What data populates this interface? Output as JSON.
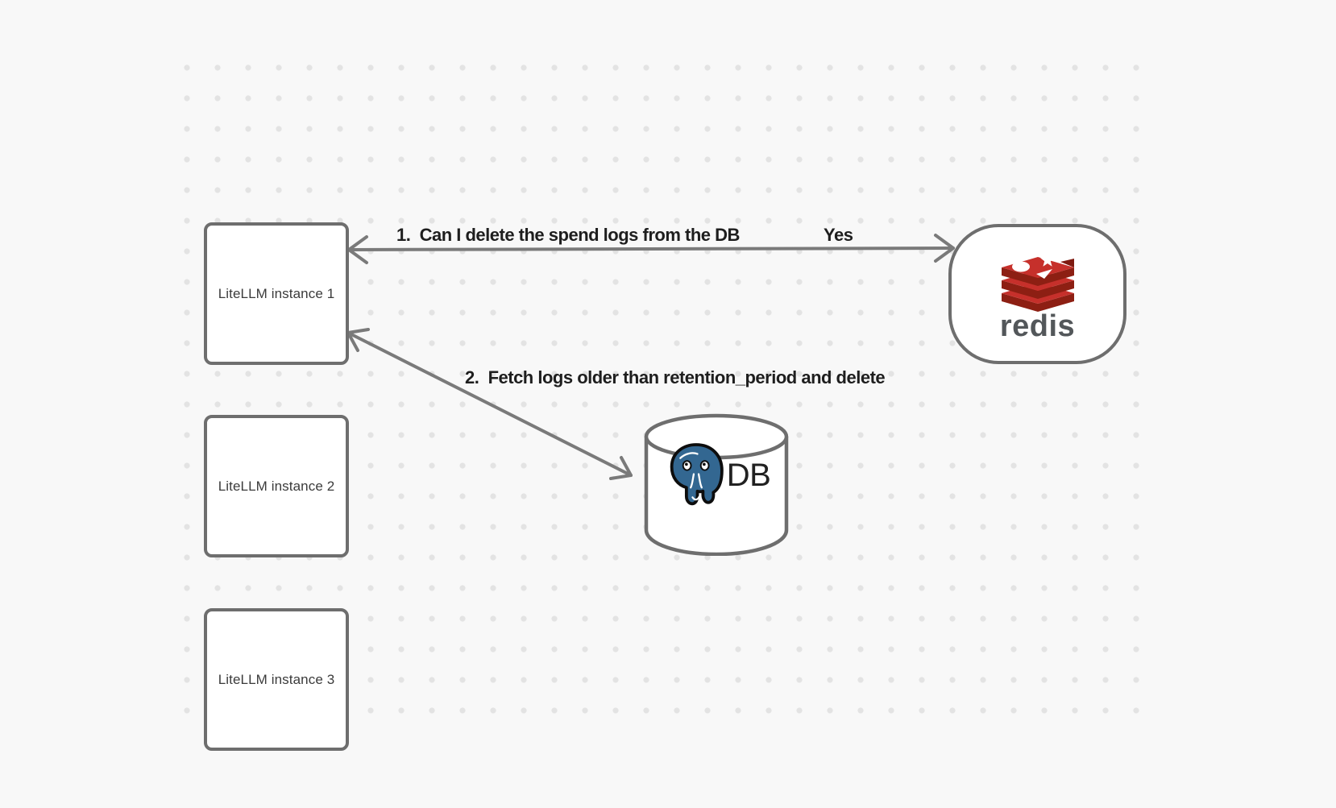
{
  "diagram": {
    "instances": [
      {
        "label": "LiteLLM instance 1"
      },
      {
        "label": "LiteLLM instance 2"
      },
      {
        "label": "LiteLLM instance 3"
      }
    ],
    "redis": {
      "wordmark": "redis"
    },
    "db": {
      "label": "DB"
    },
    "edges": {
      "redis_roundtrip": {
        "question": "1.  Can I delete the spend logs from the DB",
        "answer": "Yes"
      },
      "db_cleanup": {
        "label": "2.  Fetch logs older than retention_period and delete"
      }
    },
    "colors": {
      "background": "#f8f8f8",
      "grid_dot": "#e3e3e3",
      "node_border": "#6e6e6e",
      "arrow": "#7a7a7a",
      "edge_label_text": "#1e1e1e",
      "node_label_text": "#3b3b3b",
      "redis_red": "#c6302b",
      "redis_dark_red": "#8d1f13",
      "redis_notch_red": "#7e1a10",
      "redis_wordmark_gray": "#53575a",
      "postgres_blue": "#336791",
      "db_text": "#212121"
    }
  }
}
